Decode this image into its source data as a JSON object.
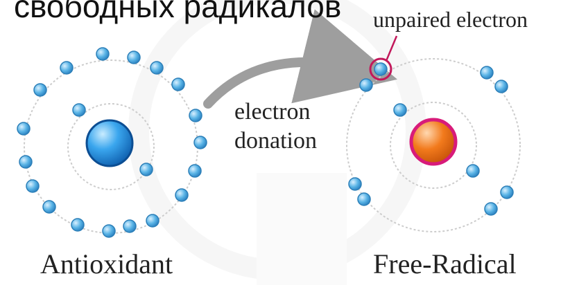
{
  "header": {
    "title_partial": "свободных радикалов"
  },
  "labels": {
    "unpaired": "unpaired electron",
    "donation_line1": "electron",
    "donation_line2": "donation",
    "antioxidant": "Antioxidant",
    "free_radical": "Free-Radical"
  },
  "colors": {
    "electron": "#4fa8dc",
    "electron_outline": "#2c7fb8",
    "antioxidant_nucleus": "#1e88d8",
    "free_radical_nucleus": "#f07a1a",
    "free_radical_ring": "#d81b7a",
    "highlight_ring": "#c2185b",
    "arrow": "#9e9e9e",
    "orbit": "#cfcfcf"
  }
}
